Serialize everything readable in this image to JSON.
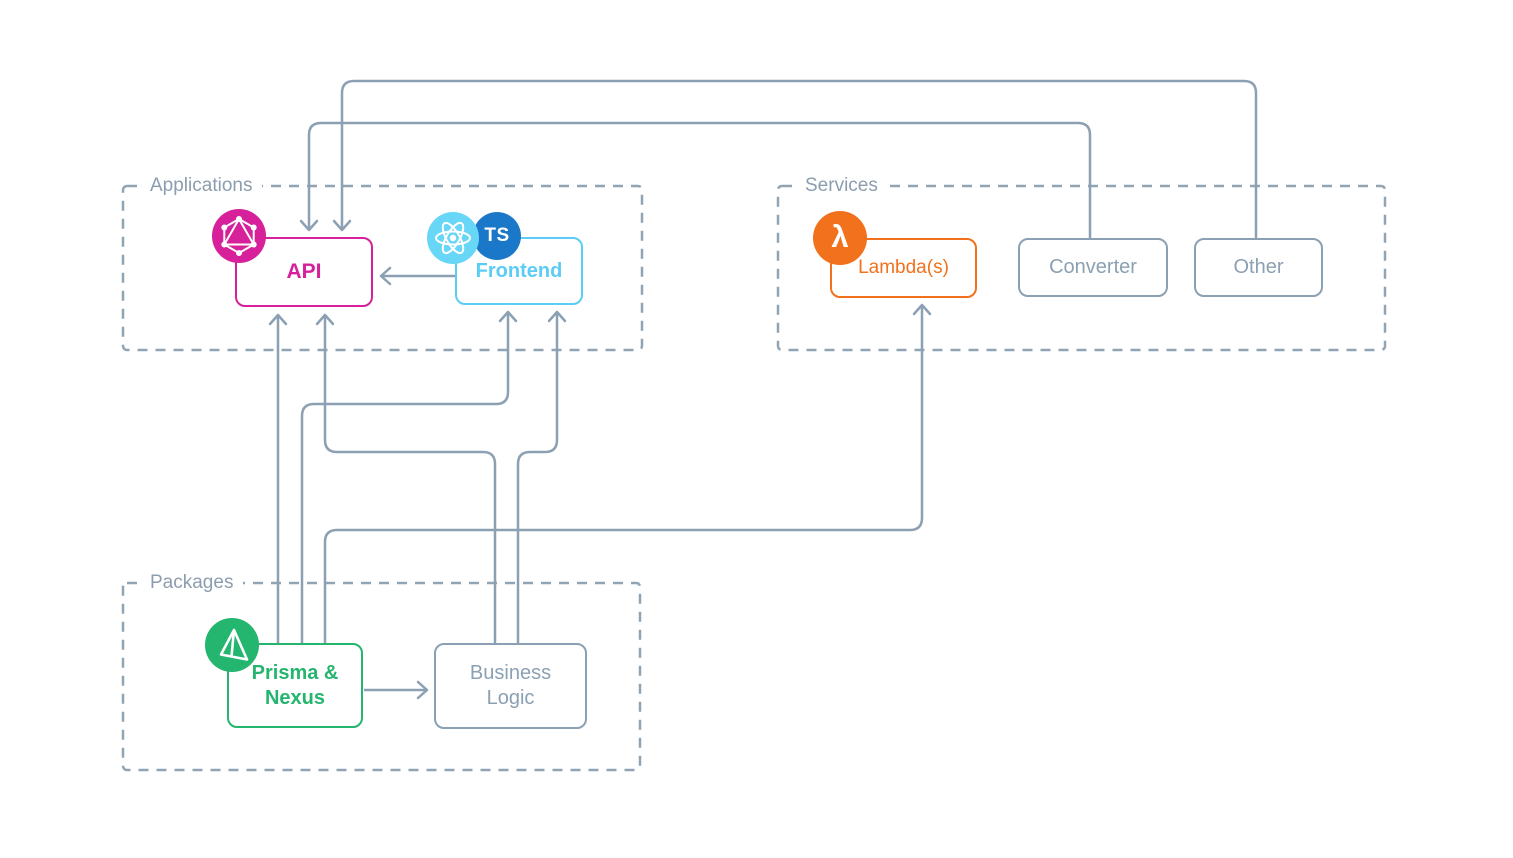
{
  "title": "Monorepo architecture diagram",
  "colors": {
    "line": "#8ca0b3",
    "group_border": "#90a4b4",
    "group_label_text": "#8b9dae",
    "api_accent": "#d6219b",
    "frontend_accent": "#5bcdf5",
    "react_blue": "#67d6f7",
    "typescript_blue": "#1b78c8",
    "lambda_accent": "#f2711c",
    "prisma_green": "#24b56f",
    "neutral_gray": "#8ca0b3"
  },
  "groups": {
    "applications": {
      "label": "Applications"
    },
    "services": {
      "label": "Services"
    },
    "packages": {
      "label": "Packages"
    }
  },
  "nodes": {
    "api": {
      "label": "API",
      "group": "applications"
    },
    "frontend": {
      "label": "Frontend",
      "group": "applications"
    },
    "lambda": {
      "label": "Lambda(s)",
      "group": "services"
    },
    "converter": {
      "label": "Converter",
      "group": "services"
    },
    "other": {
      "label": "Other",
      "group": "services"
    },
    "prisma": {
      "label": "Prisma & Nexus",
      "group": "packages"
    },
    "business_logic": {
      "label": "Business Logic",
      "group": "packages"
    }
  },
  "icons": {
    "graphql": {
      "name": "graphql-logo"
    },
    "react": {
      "name": "react-logo"
    },
    "typescript": {
      "text": "TS"
    },
    "lambda": {
      "glyph": "λ"
    },
    "prisma": {
      "name": "prisma-logo"
    }
  },
  "edges": [
    {
      "from": "frontend",
      "to": "api"
    },
    {
      "from": "other",
      "to": "api"
    },
    {
      "from": "converter",
      "to": "api"
    },
    {
      "from": "prisma",
      "to": "api"
    },
    {
      "from": "prisma",
      "to": "frontend"
    },
    {
      "from": "prisma",
      "to": "lambda"
    },
    {
      "from": "prisma",
      "to": "business_logic"
    },
    {
      "from": "business_logic",
      "to": "api"
    },
    {
      "from": "business_logic",
      "to": "frontend"
    }
  ]
}
